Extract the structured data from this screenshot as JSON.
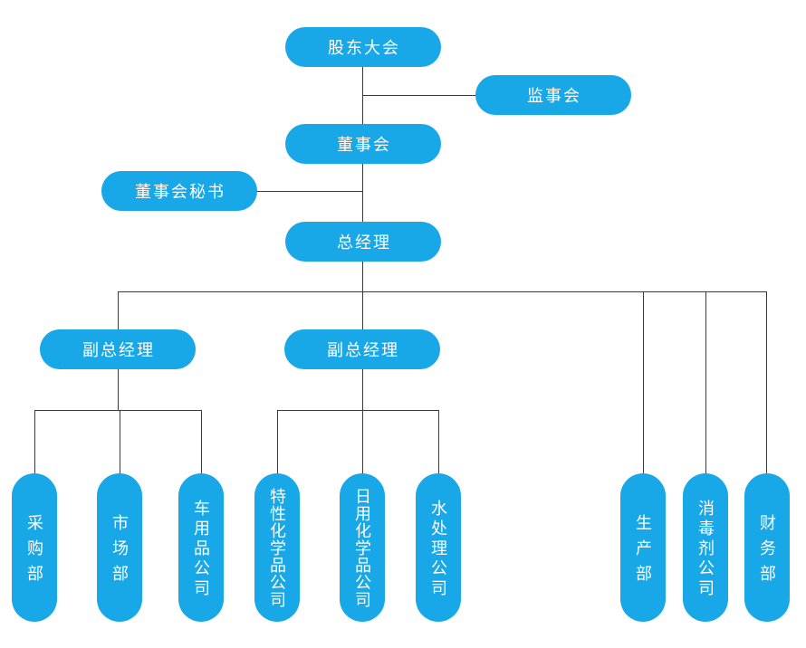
{
  "diagram": {
    "type": "org-chart",
    "colors": {
      "node_fill": "#18a8e8",
      "node_text": "#ffffff",
      "connector": "#3a3a3a",
      "background": "#ffffff"
    },
    "nodes": {
      "shareholders_meeting": {
        "label": "股东大会"
      },
      "supervisory_board": {
        "label": "监事会"
      },
      "board_of_directors": {
        "label": "董事会"
      },
      "board_secretary": {
        "label": "董事会秘书"
      },
      "general_manager": {
        "label": "总经理"
      },
      "deputy_gm_left": {
        "label": "副总经理"
      },
      "deputy_gm_right": {
        "label": "副总经理"
      },
      "procurement_dept": {
        "label": "采购部"
      },
      "marketing_dept": {
        "label": "市场部"
      },
      "car_products_company": {
        "label": "车用品公司"
      },
      "specialty_chemicals_company": {
        "label": "特性化学品公司"
      },
      "daily_chemicals_company": {
        "label": "日用化学品公司"
      },
      "water_treatment_company": {
        "label": "水处理公司"
      },
      "production_dept": {
        "label": "生产部"
      },
      "disinfectant_company": {
        "label": "消毒剂公司"
      },
      "finance_dept": {
        "label": "财务部"
      }
    },
    "edges": [
      {
        "from": "shareholders_meeting",
        "to": "supervisory_board"
      },
      {
        "from": "shareholders_meeting",
        "to": "board_of_directors"
      },
      {
        "from": "board_of_directors",
        "to": "board_secretary"
      },
      {
        "from": "board_of_directors",
        "to": "general_manager"
      },
      {
        "from": "general_manager",
        "to": "deputy_gm_left"
      },
      {
        "from": "general_manager",
        "to": "deputy_gm_right"
      },
      {
        "from": "general_manager",
        "to": "production_dept"
      },
      {
        "from": "general_manager",
        "to": "disinfectant_company"
      },
      {
        "from": "general_manager",
        "to": "finance_dept"
      },
      {
        "from": "deputy_gm_left",
        "to": "procurement_dept"
      },
      {
        "from": "deputy_gm_left",
        "to": "marketing_dept"
      },
      {
        "from": "deputy_gm_left",
        "to": "car_products_company"
      },
      {
        "from": "deputy_gm_right",
        "to": "specialty_chemicals_company"
      },
      {
        "from": "deputy_gm_right",
        "to": "daily_chemicals_company"
      },
      {
        "from": "deputy_gm_right",
        "to": "water_treatment_company"
      }
    ]
  }
}
